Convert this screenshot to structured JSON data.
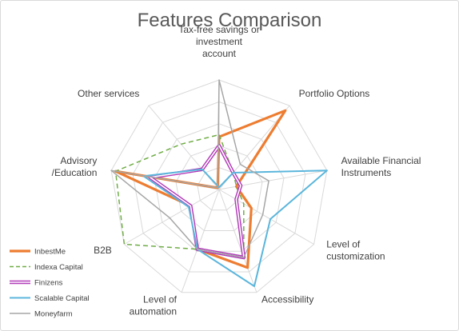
{
  "chart_data": {
    "type": "radar",
    "title": "Features Comparison",
    "axes": [
      [
        "Tax-free savings or",
        "investment",
        "account"
      ],
      [
        "Portfolio Options"
      ],
      [
        "Available Financial",
        "Instruments"
      ],
      [
        "Level of",
        "customization"
      ],
      [
        "Accessibility"
      ],
      [
        "Level of",
        "automation"
      ],
      [
        "B2B"
      ],
      [
        "Advisory",
        "/Education"
      ],
      [
        "Other services"
      ]
    ],
    "rlim": [
      0,
      5
    ],
    "grid": true,
    "legend_position": "bottom-left",
    "series": [
      {
        "name": "InbestMe",
        "color": "#ed7d31",
        "dash": "solid",
        "values": [
          2.4,
          4.7,
          0.8,
          1.7,
          3.8,
          2.9,
          1.5,
          4.8,
          0.1
        ]
      },
      {
        "name": "Indexa Capital",
        "color": "#70ad47",
        "dash": "dashed",
        "values": [
          2.5,
          1.0,
          0.8,
          1.3,
          3.3,
          2.9,
          5.0,
          4.8,
          2.7
        ]
      },
      {
        "name": "Finizens",
        "color": "#b23db8",
        "dash": "double",
        "values": [
          2.0,
          1.0,
          1.0,
          0.9,
          3.3,
          2.9,
          1.5,
          3.2,
          1.2
        ]
      },
      {
        "name": "Scalable Capital",
        "color": "#5bb6dc",
        "dash": "solid",
        "values": [
          0.1,
          1.0,
          5.0,
          2.7,
          4.7,
          2.9,
          1.6,
          3.5,
          1.2
        ]
      },
      {
        "name": "Moneyfarm",
        "color": "#a6a6a6",
        "dash": "solid",
        "values": [
          5.0,
          1.5,
          2.3,
          2.3,
          3.3,
          2.9,
          2.6,
          5.0,
          0.1
        ]
      }
    ]
  }
}
